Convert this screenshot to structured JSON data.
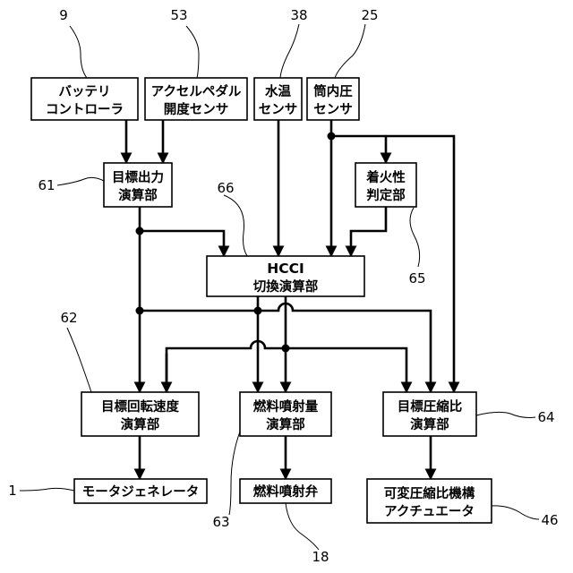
{
  "boxes": {
    "battery": [
      "バッテリ",
      "コントローラ"
    ],
    "accel": [
      "アクセルペダル",
      "開度センサ"
    ],
    "water": [
      "水温",
      "センサ"
    ],
    "cylinder": [
      "筒内圧",
      "センサ"
    ],
    "target_output": [
      "目標出力",
      "演算部"
    ],
    "ignition": [
      "着火性",
      "判定部"
    ],
    "hcci": [
      "HCCI",
      "切換演算部"
    ],
    "speed": [
      "目標回転速度",
      "演算部"
    ],
    "fuel_calc": [
      "燃料噴射量",
      "演算部"
    ],
    "compression": [
      "目標圧縮比",
      "演算部"
    ],
    "motor": [
      "モータジェネレータ"
    ],
    "injector": [
      "燃料噴射弁"
    ],
    "vcr": [
      "可変圧縮比機構",
      "アクチュエータ"
    ]
  },
  "refs": {
    "battery": "9",
    "accel": "53",
    "water": "38",
    "cylinder": "25",
    "target_output": "61",
    "hcci": "66",
    "ignition": "65",
    "speed": "62",
    "compression": "64",
    "fuel_calc": "63",
    "motor": "1",
    "injector": "18",
    "vcr": "46"
  }
}
